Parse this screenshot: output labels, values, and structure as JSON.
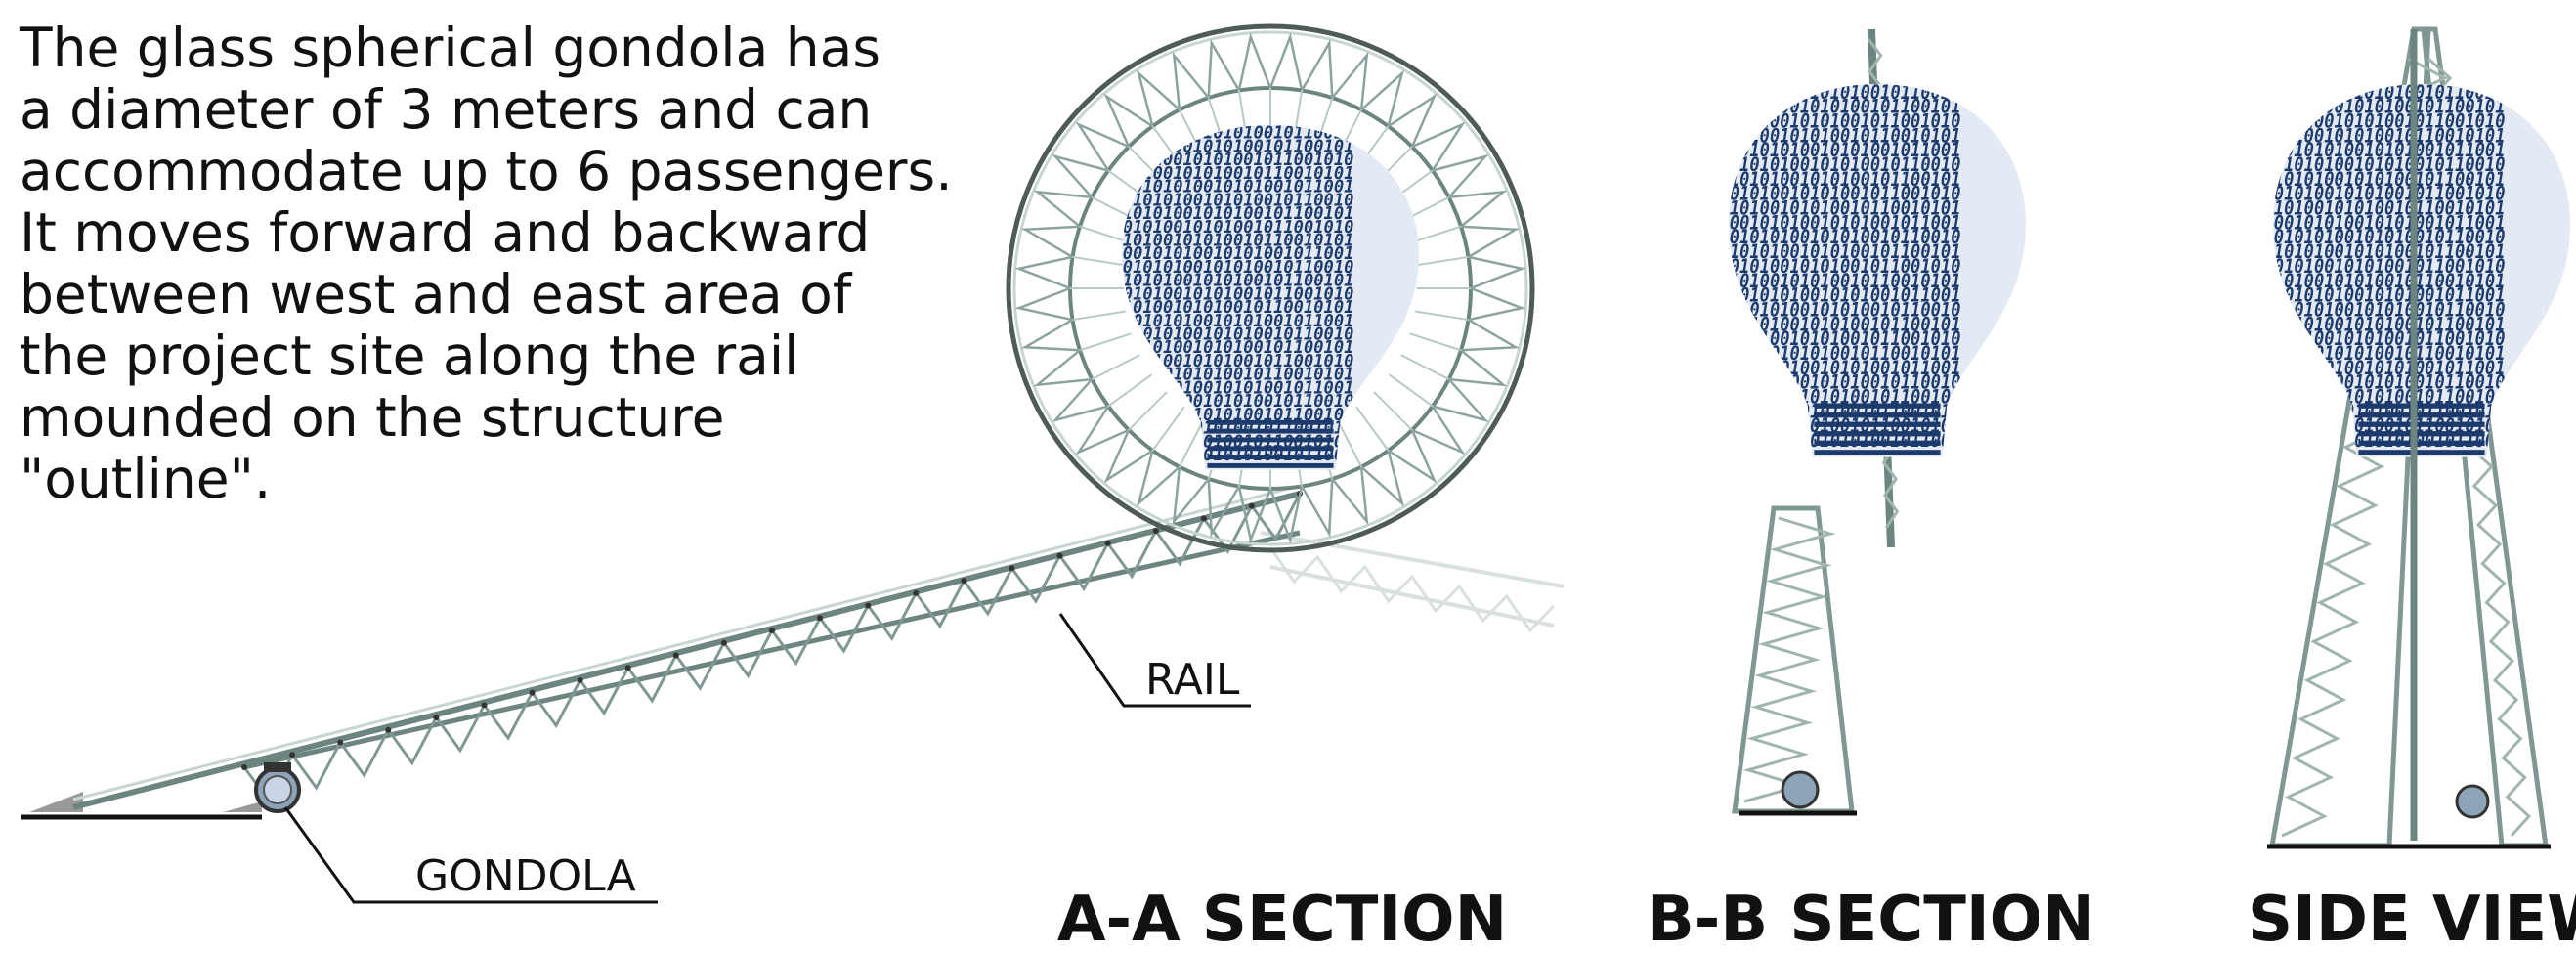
{
  "description": {
    "lines": [
      "The glass spherical gondola has",
      "a diameter of 3 meters and can",
      "accommodate up to 6 passengers.",
      "It moves forward and backward",
      "between west and east area of",
      "the project site along the rail",
      "mounded on the structure",
      "\"outline\"."
    ]
  },
  "callouts": {
    "rail": "RAIL",
    "gondola": "GONDOLA"
  },
  "sections": {
    "aa": "A-A SECTION",
    "bb": "B-B SECTION",
    "side": "SIDE VIEW"
  },
  "bulb_pattern": "10010101001010100101",
  "colors": {
    "steel": "#9fb5ae",
    "steel_dark": "#6d8580",
    "bulb_glass": "#1d3a6c",
    "bulb_light": "#c9d5e6",
    "ground": "#111111"
  }
}
